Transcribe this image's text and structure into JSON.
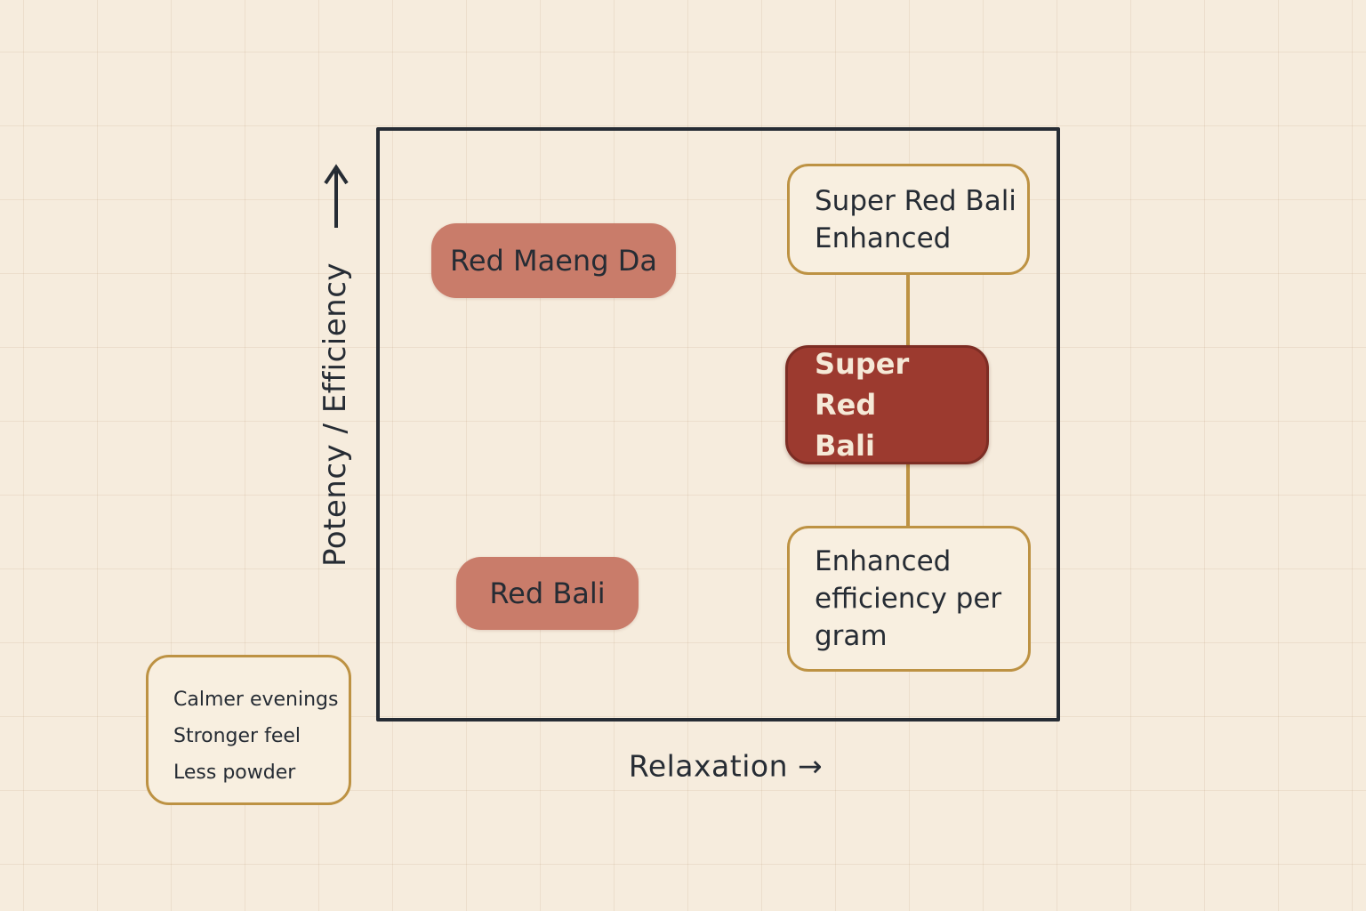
{
  "colors": {
    "bg": "#f6ecdd",
    "ink": "#262c34",
    "gold": "#bd9243",
    "gold_fill": "#f8efe0",
    "salmon": "#c97c6a",
    "brick": "#9c3a2f",
    "brick_border": "#7d2d24",
    "cream_text": "#f5e9d7"
  },
  "axes": {
    "y_label": "Potency / Efficiency",
    "x_label": "Relaxation →"
  },
  "nodes": {
    "red_maeng_da": {
      "label": "Red Maeng Da"
    },
    "super_red_bali_enhanced": {
      "label": "Super Red Bali\nEnhanced"
    },
    "super_red_bali": {
      "label": "Super Red\nBali"
    },
    "enhanced_efficiency": {
      "label": "Enhanced\nefficiency per\ngram"
    },
    "red_bali": {
      "label": "Red Bali"
    }
  },
  "legend": {
    "items": [
      "Calmer evenings",
      "Stronger feel",
      "Less powder"
    ]
  }
}
